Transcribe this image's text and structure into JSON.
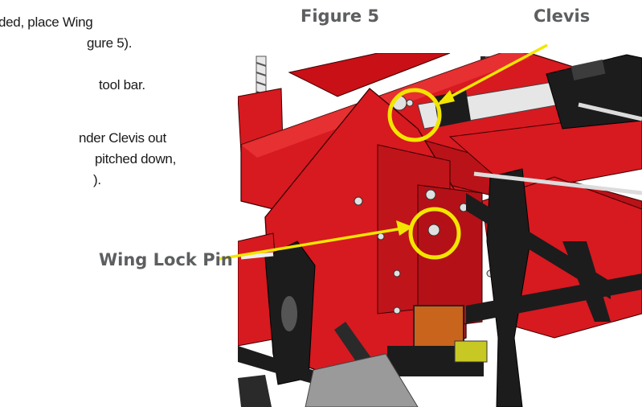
{
  "document": {
    "text_lines": [
      "ded, place Wing",
      "gure 5).",
      "tool bar.",
      "nder Clevis out",
      "pitched down,",
      ")."
    ]
  },
  "figure": {
    "title": "Figure 5",
    "callouts": {
      "clevis": "Clevis",
      "wing_lock_pin": "Wing Lock Pin"
    },
    "colors": {
      "heading_text": "#5c5e60",
      "callout_yellow": "#f2e600",
      "machine_red": "#d71920",
      "frame_black": "#1c1c1c"
    }
  }
}
